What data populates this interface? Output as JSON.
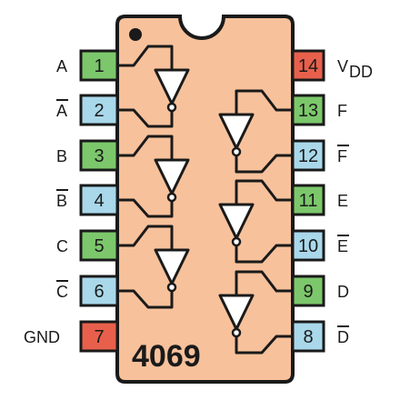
{
  "chip": {
    "part_number": "4069",
    "body_color": "#f7c19b",
    "outline_color": "#1a1a1a"
  },
  "colors": {
    "input": "#7cc76b",
    "output": "#a9d8ea",
    "power": "#e8604c"
  },
  "pins_left": [
    {
      "num": "1",
      "label": "A",
      "overline": false,
      "kind": "input"
    },
    {
      "num": "2",
      "label": "A",
      "overline": true,
      "kind": "output"
    },
    {
      "num": "3",
      "label": "B",
      "overline": false,
      "kind": "input"
    },
    {
      "num": "4",
      "label": "B",
      "overline": true,
      "kind": "output"
    },
    {
      "num": "5",
      "label": "C",
      "overline": false,
      "kind": "input"
    },
    {
      "num": "6",
      "label": "C",
      "overline": true,
      "kind": "output"
    },
    {
      "num": "7",
      "label": "GND",
      "overline": false,
      "kind": "power"
    }
  ],
  "pins_right": [
    {
      "num": "14",
      "label": "V",
      "sub": "DD",
      "overline": false,
      "kind": "power"
    },
    {
      "num": "13",
      "label": "F",
      "overline": false,
      "kind": "input"
    },
    {
      "num": "12",
      "label": "F",
      "overline": true,
      "kind": "output"
    },
    {
      "num": "11",
      "label": "E",
      "overline": false,
      "kind": "input"
    },
    {
      "num": "10",
      "label": "E",
      "overline": true,
      "kind": "output"
    },
    {
      "num": "9",
      "label": "D",
      "overline": false,
      "kind": "input"
    },
    {
      "num": "8",
      "label": "D",
      "overline": true,
      "kind": "output"
    }
  ]
}
